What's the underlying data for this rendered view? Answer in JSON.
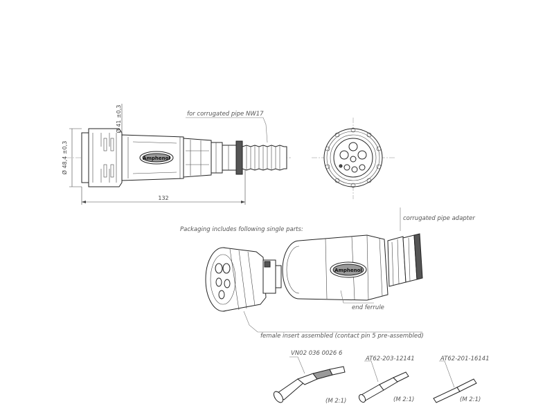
{
  "labels": {
    "corrugated_pipe": "for corrugated pipe NW17",
    "packaging": "Packaging includes following single parts:",
    "adapter": "corrugated pipe adapter",
    "end_ferrule": "end ferrule",
    "female_insert": "female insert assembled (contact pin 5 pre-assembled)",
    "part1": "VN02 036 0026 6",
    "part2": "AT62-203-12141",
    "part3": "AT62-201-16141",
    "scale": "(M 2:1)",
    "brand": "Amphenol"
  },
  "dimensions": {
    "length": "132",
    "diameter_outer": "Ø 48,4 ±0,3",
    "diameter_inner": "Ø 41 ±0,3"
  }
}
